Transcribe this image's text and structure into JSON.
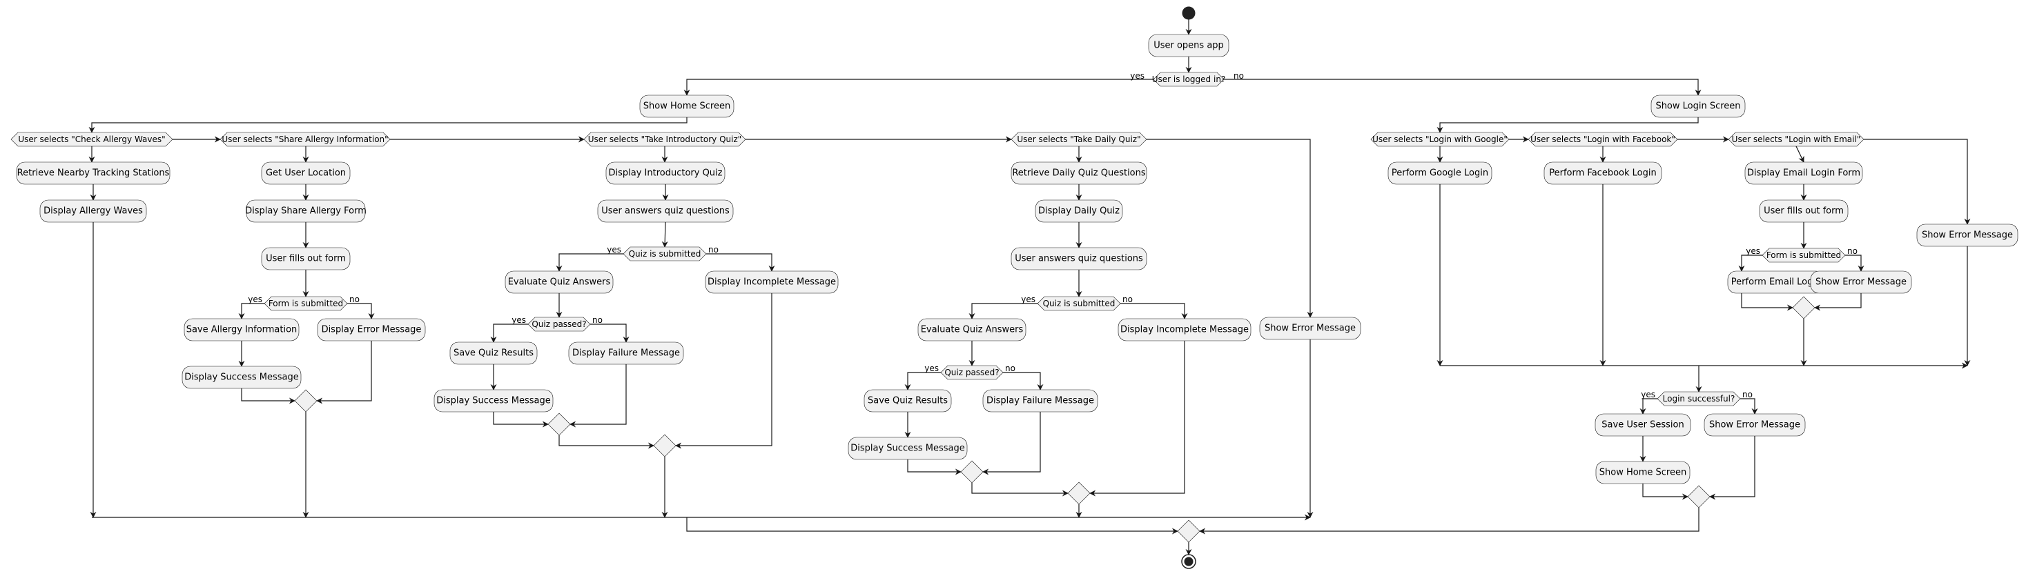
{
  "colors": {
    "node_fill": "#f1f1f1",
    "node_stroke": "#181818",
    "edge": "#181818",
    "start_fill": "#222222"
  },
  "activities": {
    "a_open": "User opens app",
    "a_home": "Show Home Screen",
    "a_login": "Show Login Screen",
    "a_retrieve_stations": "Retrieve Nearby Tracking Stations",
    "a_display_waves": "Display Allergy Waves",
    "a_get_location": "Get User Location",
    "a_share_form": "Display Share Allergy Form",
    "a_fill_form1": "User fills out form",
    "a_save_allergy": "Save Allergy Information",
    "a_success1": "Display Success Message",
    "a_error1": "Display Error Message",
    "a_intro_quiz": "Display Introductory Quiz",
    "a_answers1": "User answers quiz questions",
    "a_eval1": "Evaluate Quiz Answers",
    "a_incomplete1": "Display Incomplete Message",
    "a_save_quiz1": "Save Quiz Results",
    "a_failure1": "Display Failure Message",
    "a_success2": "Display Success Message",
    "a_retrieve_daily": "Retrieve Daily Quiz Questions",
    "a_daily_quiz": "Display Daily Quiz",
    "a_answers2": "User answers quiz questions",
    "a_eval2": "Evaluate Quiz Answers",
    "a_incomplete2": "Display Incomplete Message",
    "a_save_quiz2": "Save Quiz Results",
    "a_failure2": "Display Failure Message",
    "a_success3": "Display Success Message",
    "a_error_home": "Show Error Message",
    "a_google_login": "Perform Google Login",
    "a_facebook_login": "Perform Facebook Login",
    "a_email_form": "Display Email Login Form",
    "a_fill_form2": "User fills out form",
    "a_email_login": "Perform Email Login",
    "a_error_email": "Show Error Message",
    "a_error_login": "Show Error Message",
    "a_save_session": "Save User Session",
    "a_error_session": "Show Error Message",
    "a_home2": "Show Home Screen"
  },
  "conditions": {
    "c_logged_in": "User is logged in?",
    "c_check_waves": "User selects \"Check Allergy Waves\"",
    "c_share_info": "User selects \"Share Allergy Information\"",
    "c_intro_quiz": "User selects \"Take Introductory Quiz\"",
    "c_daily_quiz": "User selects \"Take Daily Quiz\"",
    "c_form1": "Form is submitted",
    "c_quiz_sub1": "Quiz is submitted",
    "c_quiz_pass1": "Quiz passed?",
    "c_quiz_sub2": "Quiz is submitted",
    "c_quiz_pass2": "Quiz passed?",
    "c_login_google": "User selects \"Login with Google\"",
    "c_login_facebook": "User selects \"Login with Facebook\"",
    "c_login_email": "User selects \"Login with Email\"",
    "c_form2": "Form is submitted",
    "c_login_success": "Login successful?"
  },
  "branch_labels": {
    "yes": "yes",
    "no": "no"
  }
}
